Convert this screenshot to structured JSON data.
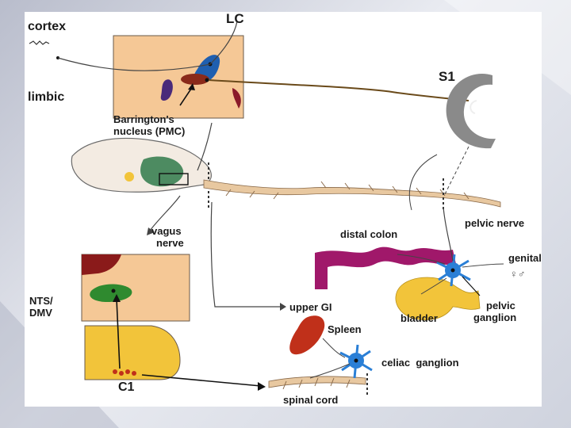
{
  "labels": {
    "cortex": "cortex",
    "limbic": "limbic",
    "lc": "LC",
    "s1": "S1",
    "barrington": "Barrington's",
    "pmc": "nucleus (PMC)",
    "vagus": "vagus",
    "nerve": "nerve",
    "pelvic_nerve": "pelvic nerve",
    "distal_colon": "distal colon",
    "genitalia": "genitalia",
    "sex_symbols": "♀♂",
    "nts": "NTS/",
    "dmv": "DMV",
    "upper_gi": "upper GI",
    "spleen": "Spleen",
    "bladder": "bladder",
    "pelvic": "pelvic",
    "ganglion": "ganglion",
    "celiac_ganglion": "celiac  ganglion",
    "c1": "C1",
    "spinal_cord": "spinal cord"
  },
  "colors": {
    "slide_bg": "#cfd3de",
    "brain_panel": "#f5c896",
    "lc_nucleus": "#1f5fb0",
    "pmc_nucleus": "#8a2a1a",
    "limbic_nucleus": "#4a2a7a",
    "nts_panel_top": "#8a1a1a",
    "nts_nucleus": "#2f8a2f",
    "c1_panel": "#f2c43a",
    "colon": "#a0186a",
    "bladder": "#f2c43a",
    "ganglion": "#2a7fd6",
    "spleen": "#c0301a",
    "nerve_line": "#5a4a3a",
    "spinal_cord": "#e8c8a0"
  }
}
